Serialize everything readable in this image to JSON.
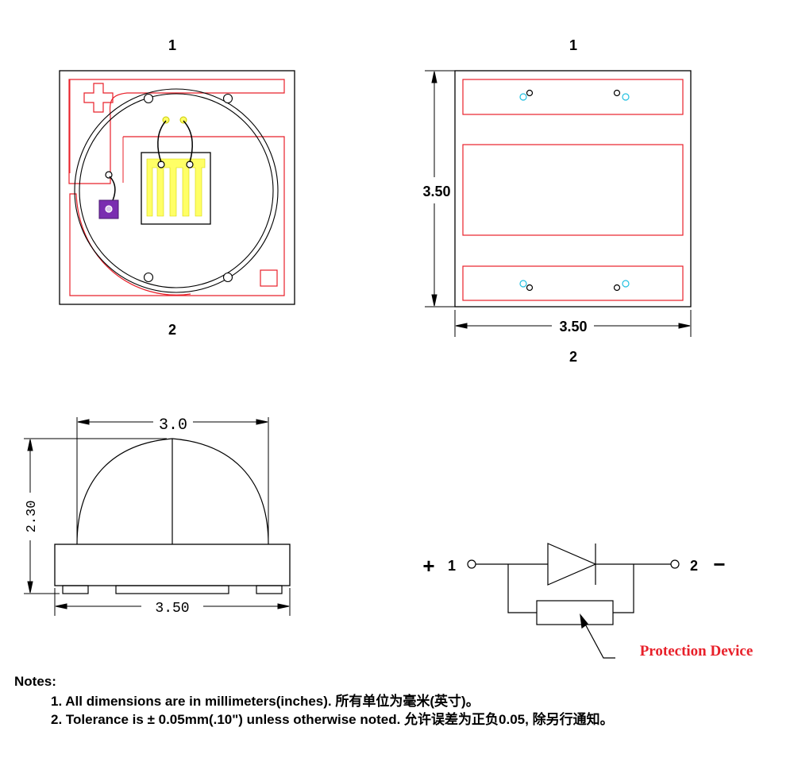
{
  "top_view": {
    "pin_top": "1",
    "pin_bottom": "2"
  },
  "bottom_view": {
    "pin_top": "1",
    "pin_bottom": "2",
    "dim_height": "3.50",
    "dim_width": "3.50"
  },
  "side_view": {
    "dim_lens_width": "3.0",
    "dim_height": "2.30",
    "dim_base_width": "3.50"
  },
  "schematic": {
    "plus": "+",
    "pin1": "1",
    "pin2": "2",
    "minus": "−",
    "protection_label": "Protection Device"
  },
  "notes": {
    "title": "Notes:",
    "items": [
      "1. All dimensions are in millimeters(inches). 所有单位为毫米(英寸)。",
      "2. Tolerance is ± 0.05mm(.10\") unless otherwise noted.  允许误差为正负0.05, 除另行通知。"
    ]
  },
  "colors": {
    "trace": "#e8202a",
    "pad": "#ffff66",
    "esd": "#7a2db0",
    "via": "#22c0e0",
    "label": "#e8202a"
  }
}
